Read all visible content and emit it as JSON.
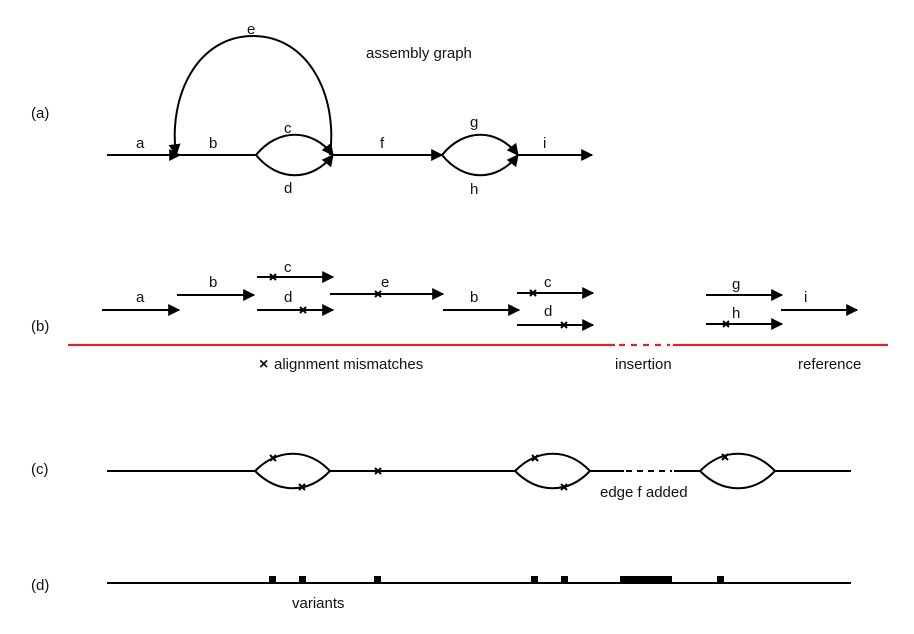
{
  "panels": {
    "a": "(a)",
    "b": "(b)",
    "c": "(c)",
    "d": "(d)"
  },
  "graph": {
    "title": "assembly graph",
    "edges": {
      "a": "a",
      "b": "b",
      "c": "c",
      "d": "d",
      "e": "e",
      "f": "f",
      "g": "g",
      "h": "h",
      "i": "i"
    }
  },
  "alignment": {
    "reads": {
      "a": "a",
      "b1": "b",
      "c1": "c",
      "d1": "d",
      "e": "e",
      "b2": "b",
      "c2": "c",
      "d2": "d",
      "g": "g",
      "h": "h",
      "i": "i"
    },
    "mismatch_legend": "alignment mismatches",
    "mismatch_symbol": "×",
    "insertion_label": "insertion",
    "reference_label": "reference",
    "reference_color": "#d42a2a"
  },
  "corrected": {
    "note": "edge f added"
  },
  "variants": {
    "label": "variants"
  }
}
